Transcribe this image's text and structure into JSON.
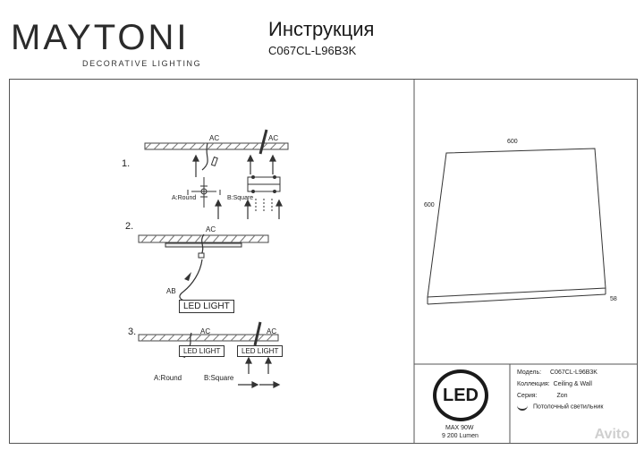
{
  "header": {
    "brand": "MAYTONI",
    "tagline": "DECORATIVE LIGHTING",
    "title": "Инструкция",
    "model": "C067CL-L96B3K"
  },
  "steps": {
    "step1": {
      "number": "1.",
      "ac_left": "AC",
      "ac_right": "AC",
      "option_a": "A:Round",
      "option_b": "B:Square"
    },
    "step2": {
      "number": "2.",
      "ac": "AC",
      "ab": "AB",
      "led_label": "LED LIGHT"
    },
    "step3": {
      "number": "3.",
      "ac_left": "AC",
      "ac_right": "AC",
      "led_label_left": "LED LIGHT",
      "led_label_right": "LED LIGHT",
      "option_a": "A:Round",
      "option_b": "B:Square"
    }
  },
  "drawing": {
    "width_label": "600",
    "height_label": "600",
    "depth_label": "58"
  },
  "specs": {
    "led_logo": "LED",
    "max_power": "MAX 90W",
    "lumen": "9 200 Lumen",
    "model_label": "Модель:",
    "model_value": "C067CL-L96B3K",
    "collection_label": "Коллекция:",
    "collection_value": "Ceiling & Wall",
    "series_label": "Серия:",
    "series_value": "Zon",
    "type_value": "Потолочный светильник"
  },
  "watermark": "Avito"
}
